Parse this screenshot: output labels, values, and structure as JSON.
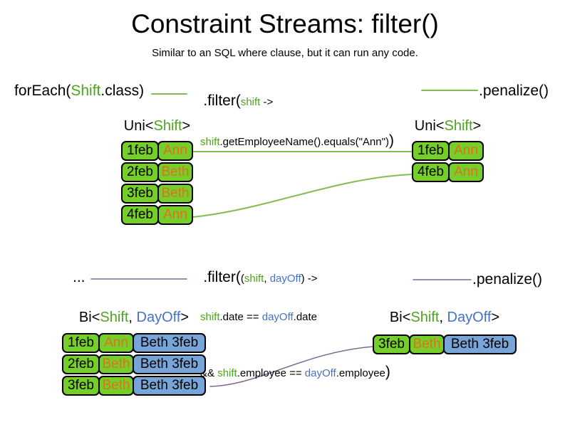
{
  "title": "Constraint Streams: filter()",
  "subtitle": "Similar to an SQL where clause, but it can run any code.",
  "colors": {
    "green_text": "#4da41e",
    "blue_text": "#4472c4",
    "orange_text": "#e0711c",
    "green_fill": "#75ce29",
    "blue_fill": "#78a5d8",
    "green_line": "#82bd52",
    "purple_line": "#82668f"
  },
  "example1": {
    "source": {
      "method": "forEach(",
      "class_name": "Shift",
      "suffix": ".class)"
    },
    "filter": {
      "method": ".filter(",
      "param": "shift",
      "arrow": " ->",
      "body_param": "shift",
      "body_code": ".getEmployeeName().equals(\"Ann\")",
      "close": ")"
    },
    "penalize": ".penalize()",
    "table_header": {
      "prefix": "Uni<",
      "type_name": "Shift",
      "suffix": ">"
    },
    "left_table": {
      "rows": [
        {
          "date": "1feb",
          "employee": "Ann"
        },
        {
          "date": "2feb",
          "employee": "Beth"
        },
        {
          "date": "3feb",
          "employee": "Beth"
        },
        {
          "date": "4feb",
          "employee": "Ann"
        }
      ]
    },
    "right_table": {
      "rows": [
        {
          "date": "1feb",
          "employee": "Ann"
        },
        {
          "date": "4feb",
          "employee": "Ann"
        }
      ]
    }
  },
  "example2": {
    "source": "...",
    "filter": {
      "method": ".filter(",
      "open_paren": "(",
      "param1": "shift",
      "comma": ", ",
      "param2": "dayOff",
      "close_paren": ")",
      "arrow": " ->",
      "cond1": {
        "p1": "shift",
        "op": ".date == ",
        "p2": "dayOff",
        "rest": ".date"
      },
      "cond2": {
        "and": "&& ",
        "p1": "shift",
        "op": ".employee == ",
        "p2": "dayOff",
        "rest": ".employee",
        "close": ")"
      }
    },
    "penalize": ".penalize()",
    "table_header": {
      "prefix": "Bi<",
      "type1": "Shift",
      "comma": ", ",
      "type2": "DayOff",
      "suffix": ">"
    },
    "left_table": {
      "rows": [
        {
          "date": "1feb",
          "employee": "Ann",
          "pair": "Beth 3feb"
        },
        {
          "date": "2feb",
          "employee": "Beth",
          "pair": "Beth 3feb"
        },
        {
          "date": "3feb",
          "employee": "Beth",
          "pair": "Beth 3feb"
        }
      ]
    },
    "right_table": {
      "rows": [
        {
          "date": "3feb",
          "employee": "Beth",
          "pair": "Beth 3feb"
        }
      ]
    }
  }
}
